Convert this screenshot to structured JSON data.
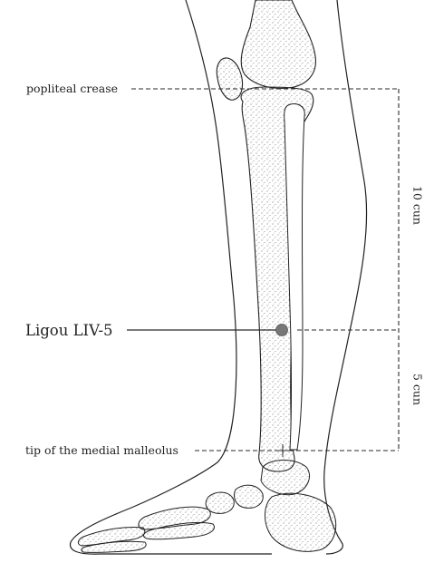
{
  "labels": {
    "popliteal_crease": "popliteal crease",
    "acupoint": "Ligou LIV-5",
    "malleolus": "tip of the medial malleolus",
    "upper_measure": "10 cun",
    "lower_measure": "5 cun"
  },
  "colors": {
    "line": "#2a2a2a",
    "point": "#777777",
    "bone_fill": "#f4f4f4"
  }
}
